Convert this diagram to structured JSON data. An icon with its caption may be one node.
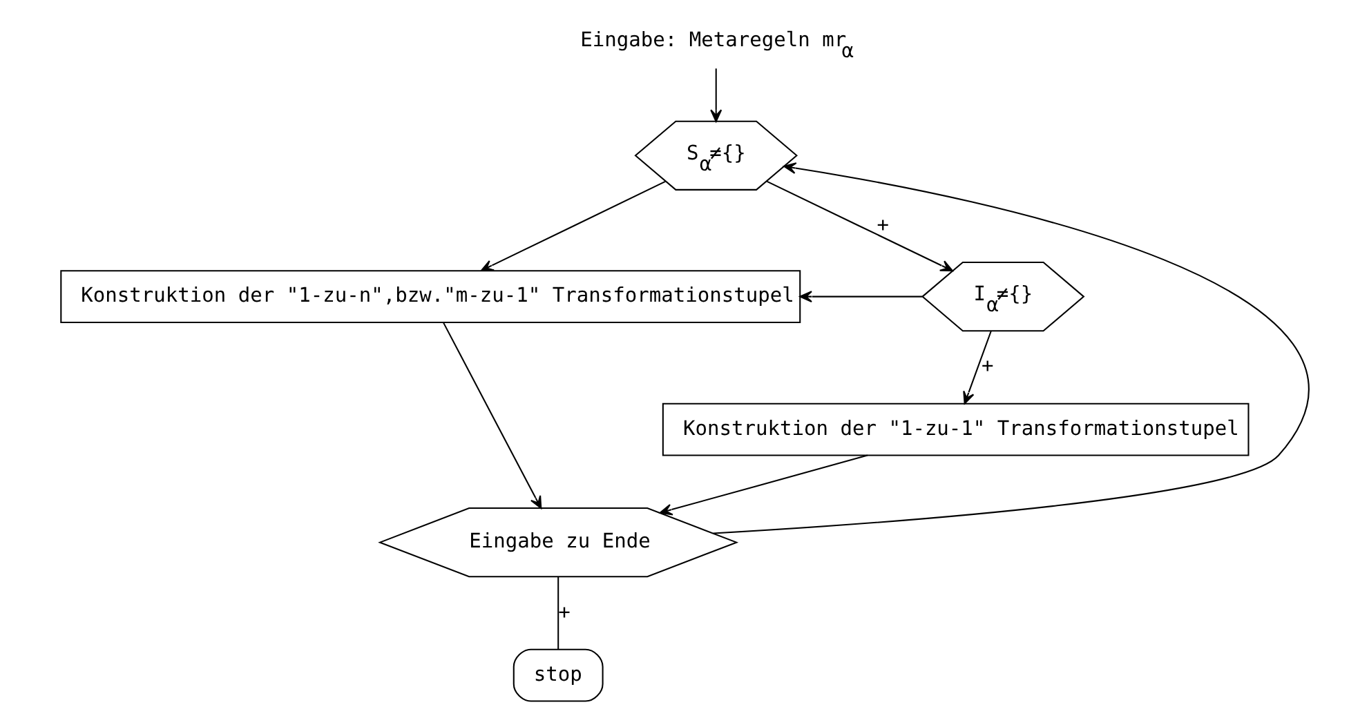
{
  "diagram": {
    "nodes": [
      {
        "text": [
          "Eingabe: Metaregeln mr$_{α}$"
        ]
      },
      {
        "text": [
          "S$_{α}$≠{}"
        ]
      },
      {
        "text": [
          "Konstruktion der \"1-zu-n\",bzw.\"m-zu-1\" Transformationstupel"
        ]
      },
      {
        "text": [
          "I$_{α}$≠{}"
        ]
      },
      {
        "text": [
          "Konstruktion der \"1-zu-1\" Transformationstupel"
        ]
      },
      {
        "text": [
          "Eingabe zu Ende"
        ]
      },
      {
        "text": [
          "stop"
        ]
      }
    ],
    "edges": [
      {
        "from": 0,
        "to": 1,
        "arrow": "to"
      },
      {
        "from": 1,
        "to": 2,
        "arrow": "to"
      },
      {
        "from": 1,
        "to": 3,
        "arrow": "to",
        "label": "+"
      },
      {
        "from": 3,
        "to": 2,
        "arrow": "to"
      },
      {
        "from": 3,
        "to": 4,
        "arrow": "to",
        "label": "+"
      },
      {
        "from": 2,
        "to": 5,
        "arrow": "to"
      },
      {
        "from": 4,
        "to": 5,
        "arrow": "to"
      },
      {
        "from": 5,
        "to": 1,
        "arrow": "to"
      },
      {
        "from": 5,
        "to": 6,
        "arrow": "none",
        "label": "+"
      }
    ]
  }
}
